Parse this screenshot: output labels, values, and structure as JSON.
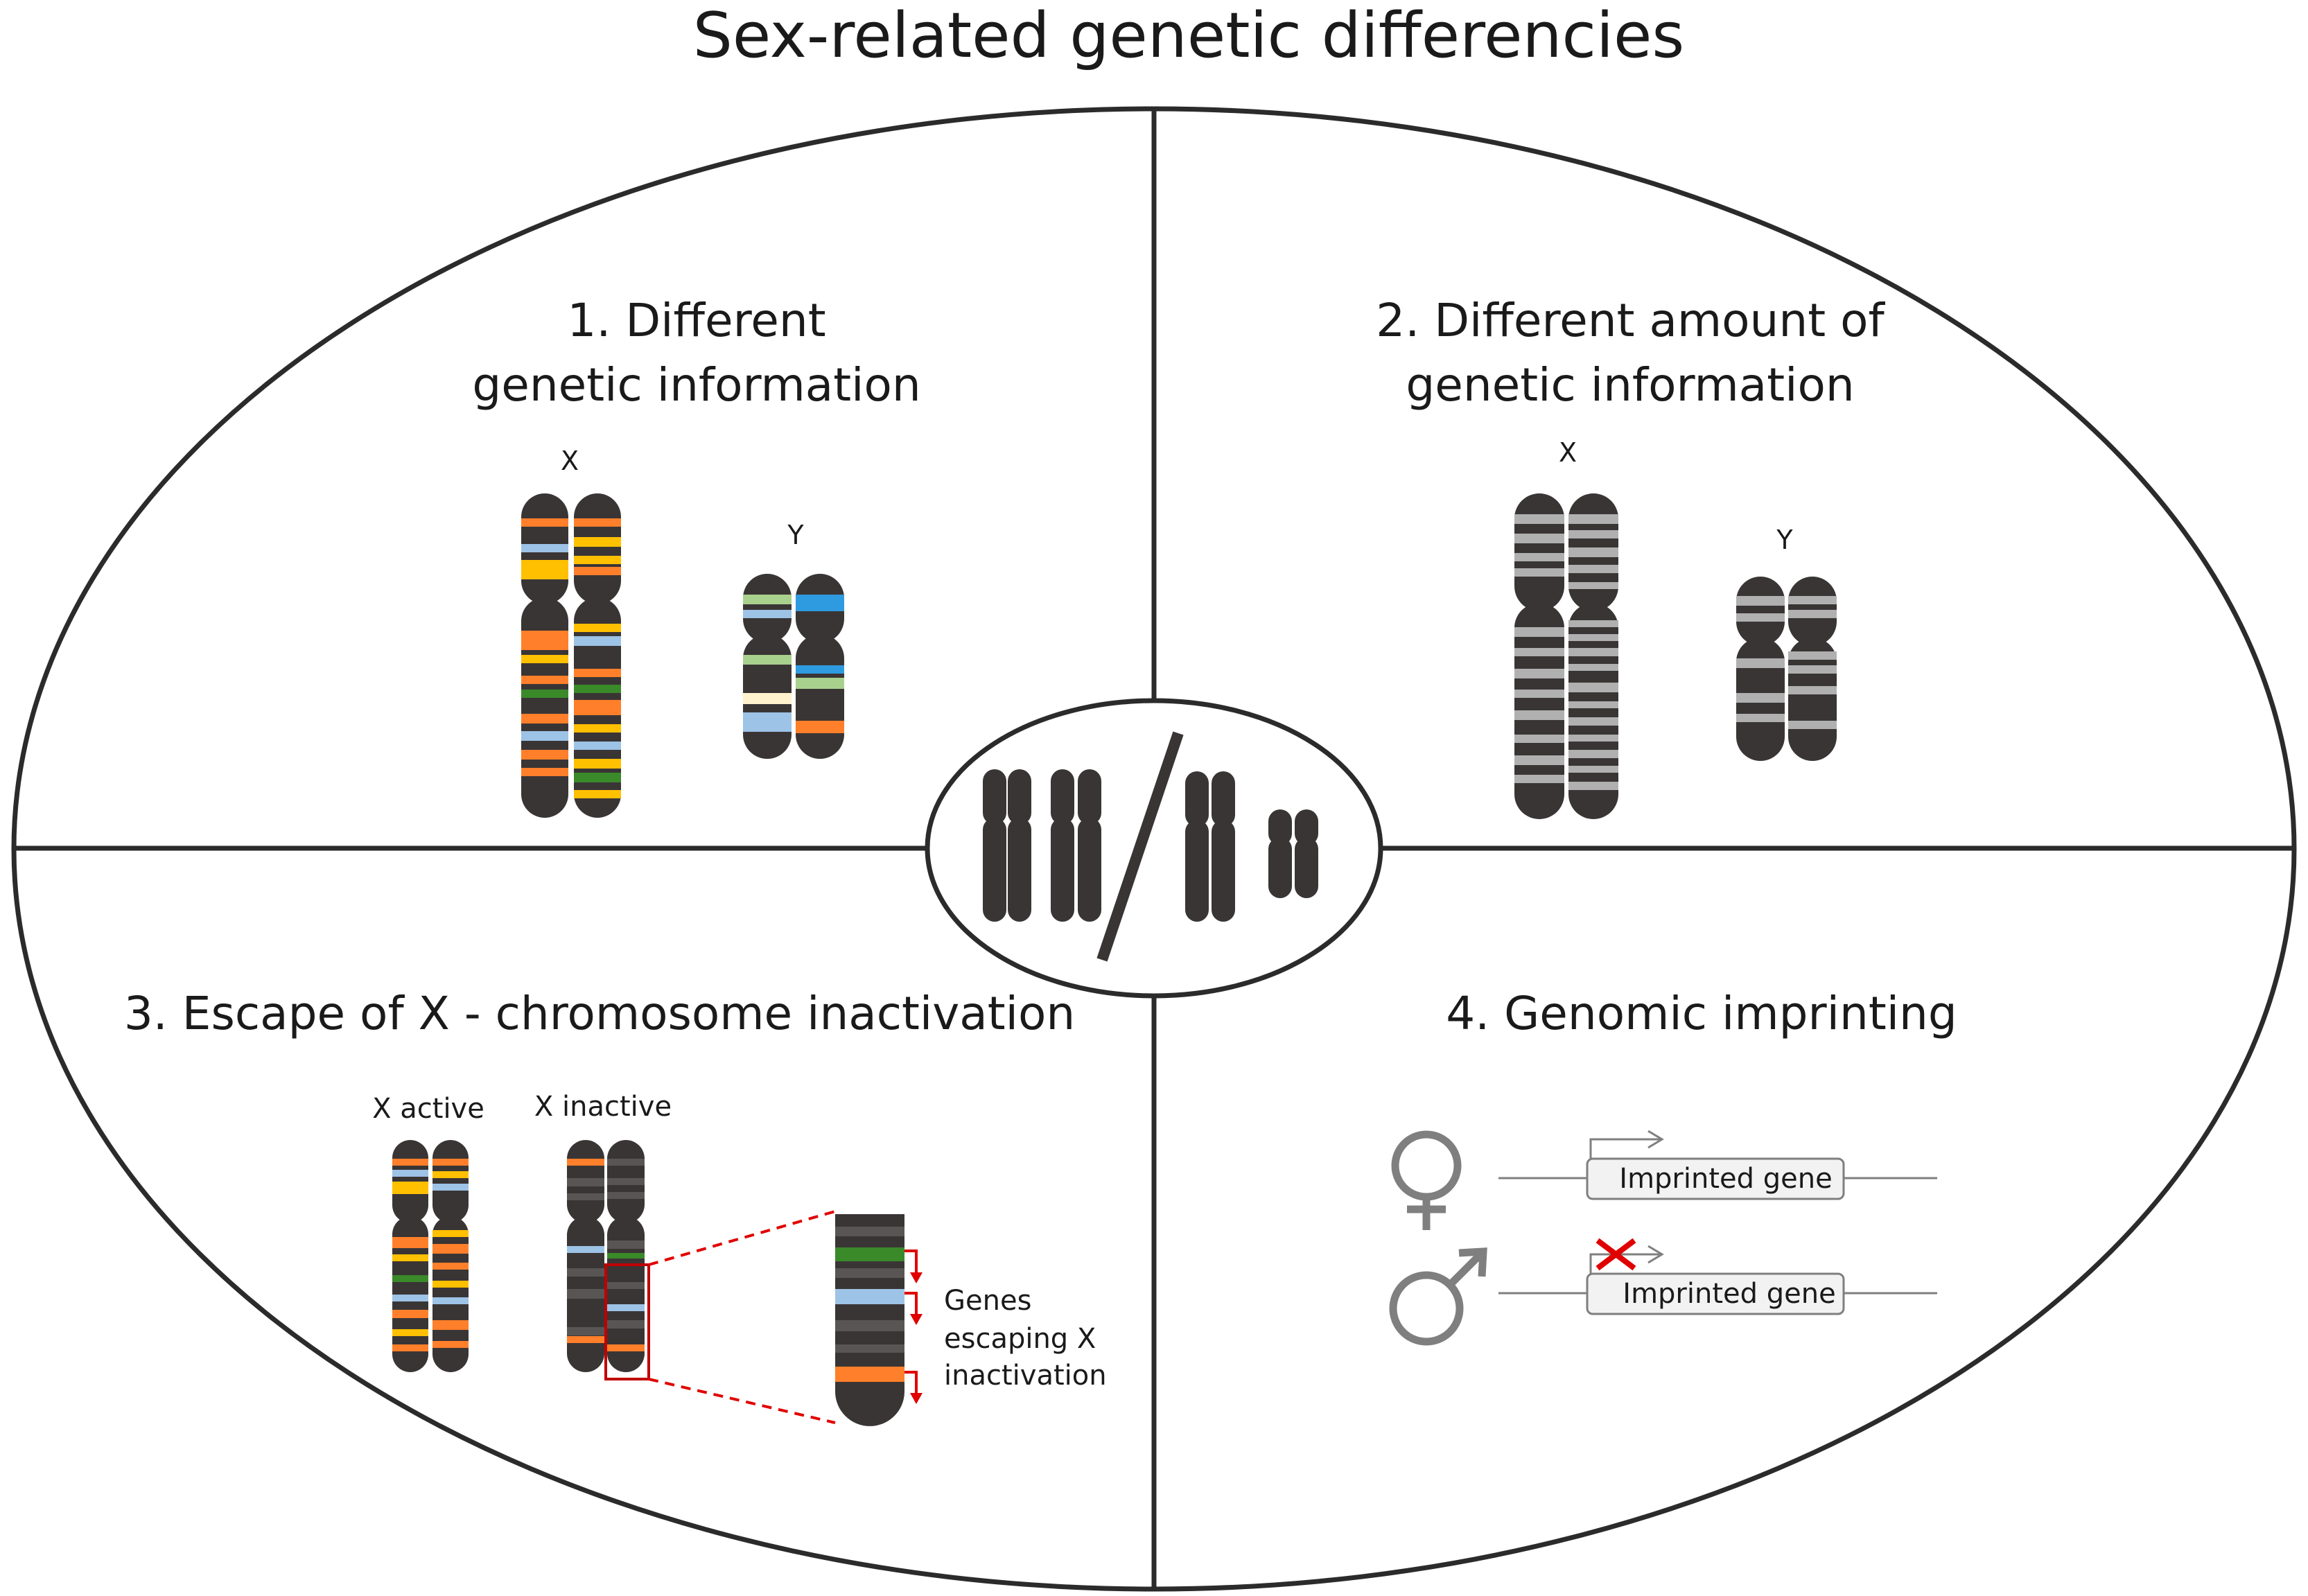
{
  "title": "Sex-related genetic differencies",
  "colors": {
    "outline": "#2b2b2b",
    "chromosome": "#3a3535",
    "chromosome_light": "#5a5555",
    "orange": "#ff7f2a",
    "yellow": "#ffc000",
    "light_blue": "#9dc3e6",
    "blue": "#2e9be0",
    "green": "#3a8a2a",
    "light_green": "#a9d18e",
    "cream": "#fff2cc",
    "grey_band": "#b0b0b0",
    "red": "#e00000",
    "gene_box": "#f2f2f2",
    "symbol_grey": "#7f7f7f"
  },
  "quadrants": {
    "q1": {
      "heading_line1": "1. Different",
      "heading_line2": "genetic information",
      "x_label": "X",
      "y_label": "Y"
    },
    "q2": {
      "heading_line1": "2. Different amount of",
      "heading_line2": "genetic information",
      "x_label": "X",
      "y_label": "Y"
    },
    "q3": {
      "heading": "3. Escape of X - chromosome inactivation",
      "x_active_label": "X active",
      "x_inactive_label": "X inactive",
      "escape_line1": "Genes",
      "escape_line2": "escaping X",
      "escape_line3": "inactivation"
    },
    "q4": {
      "heading": "4. Genomic imprinting",
      "female_symbol": "female-symbol",
      "male_symbol": "male-symbol",
      "gene_label_female": "Imprinted gene",
      "gene_label_male": "Imprinted gene"
    }
  }
}
